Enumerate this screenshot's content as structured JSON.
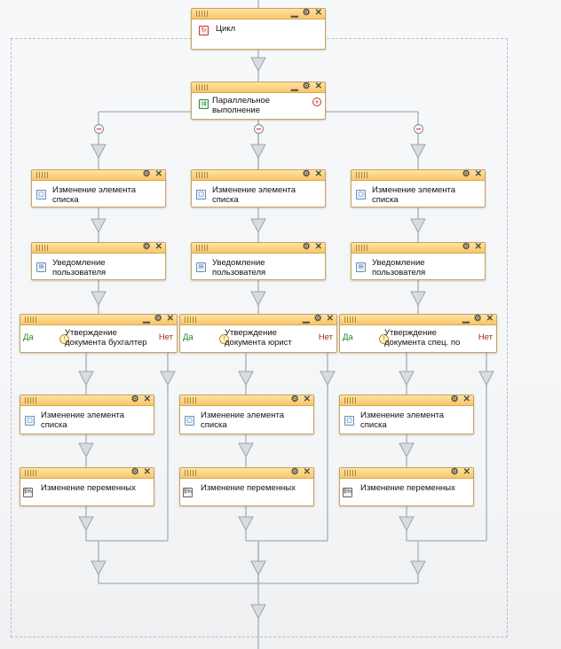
{
  "workflow": {
    "loop": {
      "label": "Цикл"
    },
    "parallel": {
      "label_line1": "Параллельное",
      "label_line2": "выполнение"
    },
    "branches": [
      {
        "list_change": {
          "line1": "Изменение элемента",
          "line2": "списка"
        },
        "notify": {
          "line1": "Уведомление",
          "line2": "пользователя"
        },
        "approval": {
          "line1": "Утверждение",
          "line2": "документа бухгалтер",
          "yes": "Да",
          "no": "Нет"
        },
        "list_change_2": {
          "line1": "Изменение элемента",
          "line2": "списка"
        },
        "vars": {
          "label": "Изменение переменных"
        }
      },
      {
        "list_change": {
          "line1": "Изменение элемента",
          "line2": "списка"
        },
        "notify": {
          "line1": "Уведомление",
          "line2": "пользователя"
        },
        "approval": {
          "line1": "Утверждение",
          "line2": "документа юрист",
          "yes": "Да",
          "no": "Нет"
        },
        "list_change_2": {
          "line1": "Изменение элемента",
          "line2": "списка"
        },
        "vars": {
          "label": "Изменение переменных"
        }
      },
      {
        "list_change": {
          "line1": "Изменение элемента",
          "line2": "списка"
        },
        "notify": {
          "line1": "Уведомление",
          "line2": "пользователя"
        },
        "approval": {
          "line1": "Утверждение",
          "line2": "документа спец. по",
          "yes": "Да",
          "no": "Нет"
        },
        "list_change_2": {
          "line1": "Изменение элемента",
          "line2": "списка"
        },
        "vars": {
          "label": "Изменение переменных"
        }
      }
    ]
  },
  "icons": {
    "minimize": "minimize-icon",
    "settings": "gear-icon",
    "close": "close-icon",
    "loop": "loop-icon",
    "parallel": "parallel-icon",
    "list": "list-item-icon",
    "notify": "notify-user-icon",
    "approval": "approval-icon",
    "variables": "variables-icon",
    "add_branch": "add-branch-icon",
    "remove_branch": "remove-branch-icon"
  },
  "colors": {
    "header": "#f8c56a",
    "border": "#c9a25b",
    "connector": "#a7adb3",
    "yes": "#1f8a1f",
    "no": "#b52020"
  }
}
